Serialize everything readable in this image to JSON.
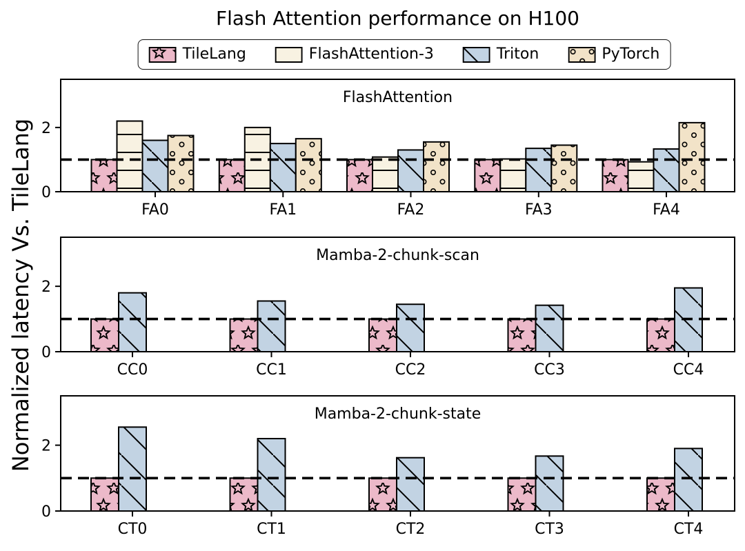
{
  "title": "Flash Attention performance on H100",
  "ylabel": "Normalized latency Vs. TileLang",
  "legend": {
    "position": "top-center",
    "items": [
      {
        "label": "TileLang",
        "color": "#ecb9c9",
        "hatch": "star",
        "edge_color": "#000000"
      },
      {
        "label": "FlashAttention-3",
        "color": "#f8f2e2",
        "hatch": "hlines",
        "edge_color": "#000000"
      },
      {
        "label": "Triton",
        "color": "#c2d3e3",
        "hatch": "diag",
        "edge_color": "#000000"
      },
      {
        "label": "PyTorch",
        "color": "#f2e3c8",
        "hatch": "dots",
        "edge_color": "#000000"
      }
    ]
  },
  "chart_data": [
    {
      "type": "bar",
      "title": "FlashAttention",
      "categories": [
        "FA0",
        "FA1",
        "FA2",
        "FA3",
        "FA4"
      ],
      "ylim": [
        0,
        3.5
      ],
      "yticks": [
        0,
        2
      ],
      "grid": false,
      "reference_line_y": 1.0,
      "series": [
        {
          "name": "TileLang",
          "values": [
            1.0,
            1.0,
            1.0,
            1.0,
            1.0
          ]
        },
        {
          "name": "FlashAttention-3",
          "values": [
            2.2,
            2.0,
            1.08,
            1.02,
            0.93
          ]
        },
        {
          "name": "Triton",
          "values": [
            1.6,
            1.5,
            1.3,
            1.35,
            1.33
          ]
        },
        {
          "name": "PyTorch",
          "values": [
            1.75,
            1.65,
            1.55,
            1.45,
            2.15
          ]
        }
      ]
    },
    {
      "type": "bar",
      "title": "Mamba-2-chunk-scan",
      "categories": [
        "CC0",
        "CC1",
        "CC2",
        "CC3",
        "CC4"
      ],
      "ylim": [
        0,
        3.5
      ],
      "yticks": [
        0,
        2
      ],
      "grid": false,
      "reference_line_y": 1.0,
      "series": [
        {
          "name": "TileLang",
          "values": [
            1.0,
            1.0,
            1.0,
            1.0,
            1.0
          ]
        },
        {
          "name": "Triton",
          "values": [
            1.8,
            1.55,
            1.45,
            1.42,
            1.95
          ]
        }
      ]
    },
    {
      "type": "bar",
      "title": "Mamba-2-chunk-state",
      "categories": [
        "CT0",
        "CT1",
        "CT2",
        "CT3",
        "CT4"
      ],
      "ylim": [
        0,
        3.5
      ],
      "yticks": [
        0,
        2
      ],
      "grid": false,
      "reference_line_y": 1.0,
      "series": [
        {
          "name": "TileLang",
          "values": [
            1.0,
            1.0,
            1.0,
            1.0,
            1.0
          ]
        },
        {
          "name": "Triton",
          "values": [
            2.55,
            2.2,
            1.62,
            1.67,
            1.9
          ]
        }
      ]
    }
  ]
}
